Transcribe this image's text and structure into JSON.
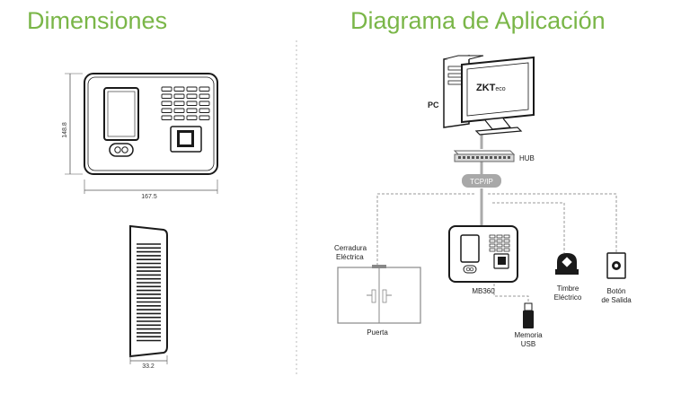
{
  "sections": {
    "dimensions_title": "Dimensiones",
    "application_title": "Diagrama de Aplicación"
  },
  "dimensions": {
    "height": "148.8",
    "width": "167.5",
    "depth": "33.2"
  },
  "diagram": {
    "pc_label": "PC",
    "logo_main": "ZKT",
    "logo_sub": "eco",
    "hub_label": "HUB",
    "network_label": "TCP/IP",
    "device_label": "MB360",
    "lock_label_line1": "Cerradura",
    "lock_label_line2": "Eléctrica",
    "door_label": "Puerta",
    "usb_label_line1": "Memoria",
    "usb_label_line2": "USB",
    "bell_label_line1": "Timbre",
    "bell_label_line2": "Eléctrico",
    "exit_label_line1": "Botón",
    "exit_label_line2": "de Salida"
  },
  "colors": {
    "accent": "#7ab648",
    "line": "#999999",
    "device": "#1a1a1a"
  }
}
